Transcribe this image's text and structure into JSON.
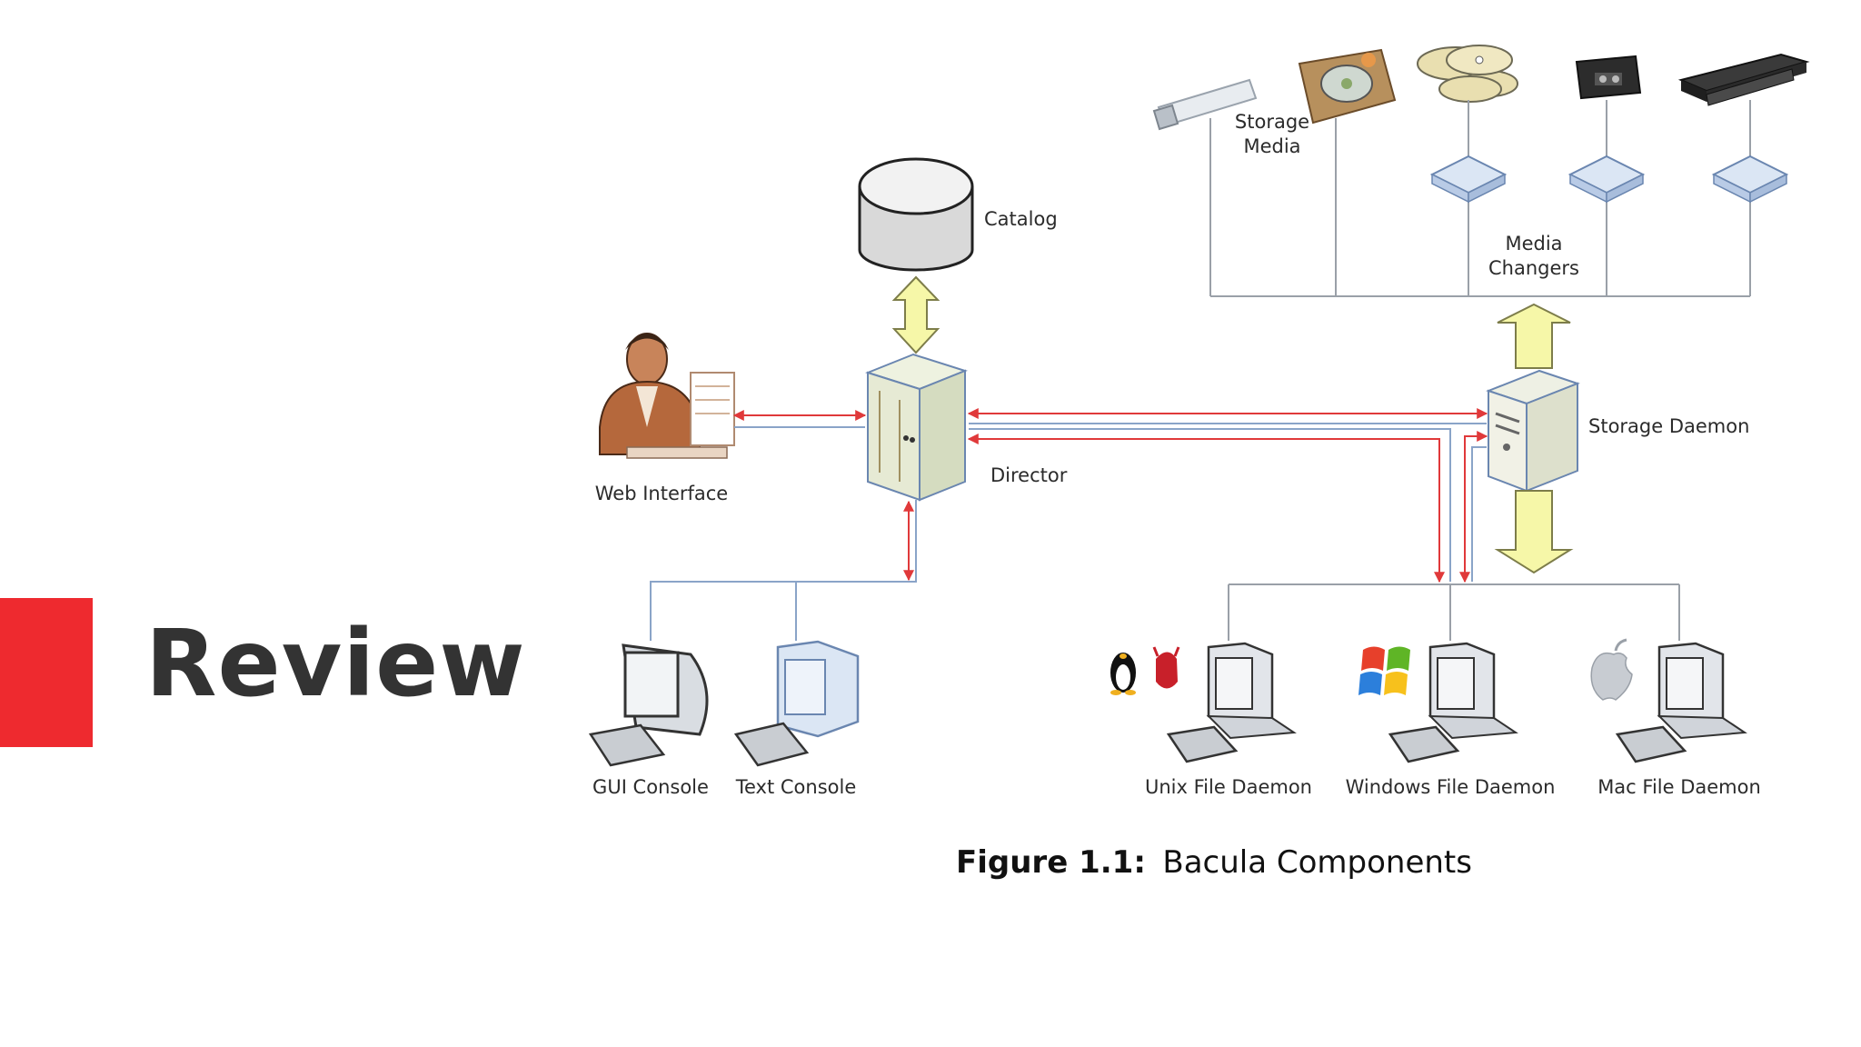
{
  "slide": {
    "title": "Review",
    "accent_color": "#ee2a2f"
  },
  "diagram": {
    "labels": {
      "catalog": "Catalog",
      "director": "Director",
      "web_interface": "Web Interface",
      "storage_media_1": "Storage",
      "storage_media_2": "Media",
      "media_changers_1": "Media",
      "media_changers_2": "Changers",
      "storage_daemon": "Storage Daemon",
      "gui_console": "GUI Console",
      "text_console": "Text Console",
      "unix_fd": "Unix File Daemon",
      "windows_fd": "Windows File Daemon",
      "mac_fd": "Mac File Daemon"
    },
    "caption": {
      "bold": "Figure 1.1:",
      "text": "Bacula Components"
    },
    "colors": {
      "red_line": "#e0393a",
      "blue_line": "#8aa4c8",
      "arrow_fill": "#f6f7a8"
    }
  }
}
